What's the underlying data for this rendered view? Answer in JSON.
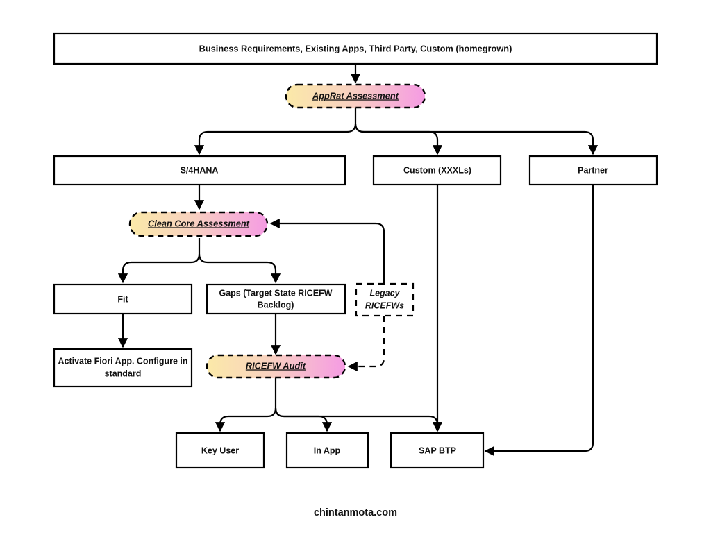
{
  "diagram": {
    "title_box": {
      "label": "Business Requirements, Existing Apps, Third Party, Custom (homegrown)"
    },
    "nodes": {
      "apprat": {
        "label": "AppRat Assessment",
        "shape": "pill",
        "style": "dashed-gradient"
      },
      "s4hana": {
        "label": "S/4HANA",
        "shape": "rect"
      },
      "custom": {
        "label": "Custom (XXXLs)",
        "shape": "rect"
      },
      "partner": {
        "label": "Partner",
        "shape": "rect"
      },
      "clean_core": {
        "label": "Clean Core Assessment",
        "shape": "pill",
        "style": "dashed-gradient"
      },
      "fit": {
        "label": "Fit",
        "shape": "rect"
      },
      "gaps_line1": "Gaps (Target State RICEFW",
      "gaps_line2": "Backlog)",
      "legacy_line1": "Legacy",
      "legacy_line2": "RICEFWs",
      "activate_line1": "Activate Fiori App. Configure in",
      "activate_line2": "standard",
      "ricefw_audit": {
        "label": "RICEFW Audit",
        "shape": "pill",
        "style": "dashed-gradient"
      },
      "key_user": {
        "label": "Key User",
        "shape": "rect"
      },
      "in_app": {
        "label": "In App",
        "shape": "rect"
      },
      "sap_btp": {
        "label": "SAP BTP",
        "shape": "rect"
      }
    },
    "footer": {
      "label": "chintanmota.com"
    },
    "colors": {
      "gradient_start": "#FBE9A8",
      "gradient_end": "#F59BE3",
      "stroke": "#000000",
      "node_fill": "#FFFFFF",
      "text": "#111111"
    }
  }
}
